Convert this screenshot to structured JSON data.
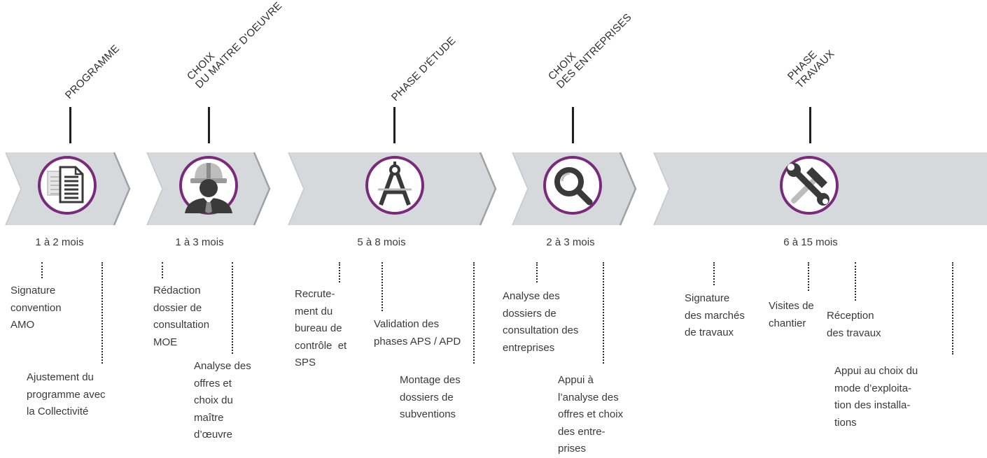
{
  "phases": [
    {
      "title": "PROGRAMME",
      "duration": "1 à 2 mois",
      "icon": "document-icon",
      "tasks": [
        {
          "text": "Signature\nconvention\nAMO"
        },
        {
          "text": "Ajustement du\nprogramme avec\nla Collectivité"
        }
      ]
    },
    {
      "title": "CHOIX\nDU MAITRE D'OEUVRE",
      "duration": "1 à 3 mois",
      "icon": "architect-icon",
      "tasks": [
        {
          "text": "Rédaction\ndossier de\nconsultation\nMOE"
        },
        {
          "text": "Analyse des\noffres et\nchoix du\nmaître\nd’œuvre"
        }
      ]
    },
    {
      "title": "PHASE D'ÉTUDE",
      "duration": "5 à 8 mois",
      "icon": "compass-icon",
      "tasks": [
        {
          "text": "Recrute-\nment du\nbureau de\ncontrôle  et\nSPS"
        },
        {
          "text": "Validation des\nphases APS / APD"
        },
        {
          "text": "Montage des\ndossiers de\nsubventions"
        }
      ]
    },
    {
      "title": "CHOIX\nDES ENTREPRISES",
      "duration": "2 à 3 mois",
      "icon": "magnifier-icon",
      "tasks": [
        {
          "text": "Analyse des\ndossiers de\nconsultation des\nentreprises"
        },
        {
          "text": "Appui à\nl’analyse des\noffres et choix\ndes entre-\nprises"
        }
      ]
    },
    {
      "title": "PHASE\nTRAVAUX",
      "duration": "6 à 15 mois",
      "icon": "tools-icon",
      "tasks": [
        {
          "text": "Signature\ndes marchés\nde travaux"
        },
        {
          "text": "Visites de\nchantier"
        },
        {
          "text": "Réception\ndes travaux"
        },
        {
          "text": "Appui au choix du\nmode d’exploita-\ntion des installa-\ntions"
        }
      ]
    }
  ],
  "colors": {
    "arrow": "#d6d9dc",
    "arrow_edge": "#9ea2a6",
    "ring": "#7a2a7a",
    "icon": "#3a3a3a",
    "icon_light": "#bdbdbd"
  }
}
